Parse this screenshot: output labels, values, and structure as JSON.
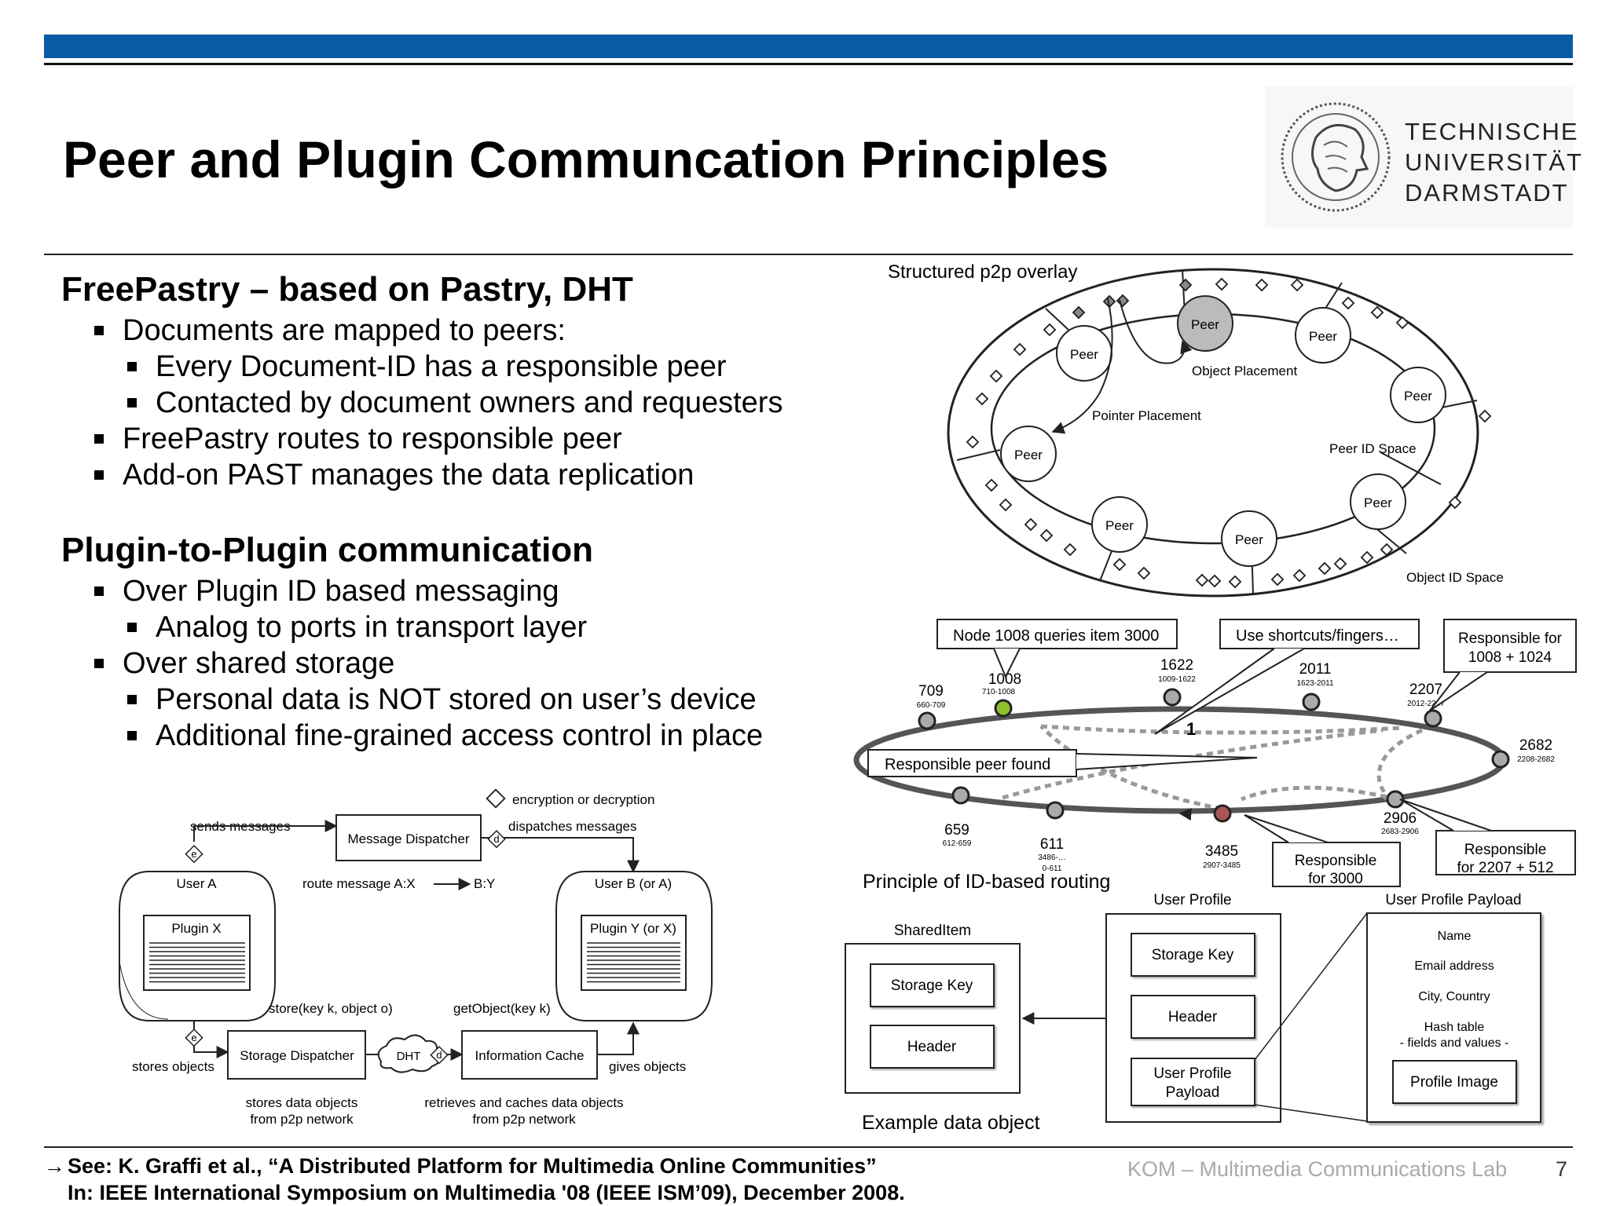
{
  "slide": {
    "title": "Peer and Plugin Communcation Principles",
    "page_number": "7",
    "lab": "KOM – Multimedia Communications Lab",
    "logo": {
      "line1": "TECHNISCHE",
      "line2": "UNIVERSITÄT",
      "line3": "DARMSTADT"
    },
    "reference": {
      "arrow": "→",
      "line1": "See: K. Graffi et al., “A Distributed Platform for Multimedia Online Communities”",
      "line2": "In: IEEE International Symposium on Multimedia '08 (IEEE ISM’09), December 2008."
    }
  },
  "sections": {
    "freepastry": {
      "heading": "FreePastry – based on Pastry, DHT",
      "b1": "Documents are mapped to peers:",
      "b1a": "Every Document-ID has a responsible peer",
      "b1b": "Contacted by document owners and requesters",
      "b2": "FreePastry routes to responsible peer",
      "b3": "Add-on PAST manages the data replication"
    },
    "plugin": {
      "heading": "Plugin-to-Plugin communication",
      "b1": "Over Plugin ID based messaging",
      "b1a": "Analog to ports in transport layer",
      "b2": "Over shared storage",
      "b2a": "Personal data is NOT stored on user’s device",
      "b2b": "Additional fine-grained access control in place"
    }
  },
  "overlay": {
    "title": "Structured p2p overlay",
    "peer": "Peer",
    "object_placement": "Object Placement",
    "pointer_placement": "Pointer Placement",
    "peer_id_space": "Peer ID Space",
    "object_id_space": "Object ID Space"
  },
  "routing": {
    "caption": "Principle of ID-based routing",
    "callout_query": "Node 1008 queries item 3000",
    "callout_shortcuts": "Use shortcuts/fingers…",
    "callout_resp1024_l1": "Responsible for",
    "callout_resp1024_l2": "1008 + 1024",
    "callout_found": "Responsible peer found",
    "callout_resp3000_l1": "Responsible",
    "callout_resp3000_l2": "for 3000",
    "callout_resp512_l1": "Responsible",
    "callout_resp512_l2": "for 2207 + 512",
    "hop_label": "1",
    "nodes": [
      {
        "id": "709",
        "range": "660-709"
      },
      {
        "id": "1008",
        "range": "710-1008"
      },
      {
        "id": "1622",
        "range": "1009-1622"
      },
      {
        "id": "2011",
        "range": "1623-2011"
      },
      {
        "id": "2207",
        "range": "2012-2207"
      },
      {
        "id": "2682",
        "range": "2208-2682"
      },
      {
        "id": "2906",
        "range": "2683-2906"
      },
      {
        "id": "3485",
        "range": "2907-3485"
      },
      {
        "id": "611",
        "range": "3486-…",
        "range2": "0-611"
      },
      {
        "id": "659",
        "range": "612-659"
      }
    ]
  },
  "plugin_diagram": {
    "encryption_legend": "encryption or decryption",
    "sends_messages": "sends messages",
    "message_dispatcher": "Message Dispatcher",
    "dispatches_messages": "dispatches messages",
    "user_a": "User A",
    "route_message_a": "route message A:X",
    "route_message_b": "B:Y",
    "user_b": "User B (or A)",
    "plugin_x": "Plugin X",
    "plugin_y": "Plugin Y (or X)",
    "store": "store(key k, object o)",
    "get_object": "getObject(key k)",
    "stores_objects": "stores objects",
    "storage_dispatcher": "Storage Dispatcher",
    "dht": "DHT",
    "information_cache": "Information Cache",
    "gives_objects": "gives objects",
    "stores_data_l1": "stores data objects",
    "stores_data_l2": "from p2p network",
    "retrieves_l1": "retrieves and caches data objects",
    "retrieves_l2": "from p2p network",
    "badge_e": "e",
    "badge_d": "d"
  },
  "data_object": {
    "caption": "Example data object",
    "shared_item": "SharedItem",
    "storage_key": "Storage Key",
    "header": "Header",
    "user_profile": "User Profile",
    "user_profile_payload_l1": "User Profile",
    "user_profile_payload_l2": "Payload",
    "payload_title": "User Profile Payload",
    "payload_name": "Name",
    "payload_email": "Email address",
    "payload_city": "City, Country",
    "payload_hash_l1": "Hash table",
    "payload_hash_l2": "- fields and values -",
    "payload_image": "Profile Image"
  }
}
